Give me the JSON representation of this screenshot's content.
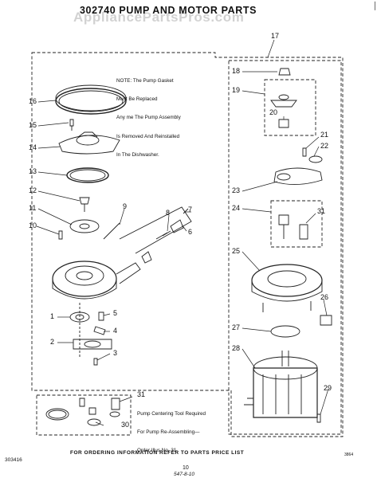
{
  "title": "302740 PUMP AND MOTOR PARTS",
  "watermark": "AppliancePartsPros.com",
  "note": [
    "NOTE: The Pump Gasket",
    "Must Be Replaced",
    "Any me The Pump Assembly",
    "Is Removed And Reinstalled",
    "In The Dishwasher."
  ],
  "tool_note": [
    "Pump Centering Tool Required",
    "For Pump Re-Assembling—",
    "Order Illus No. 31"
  ],
  "callouts": {
    "c16": "16",
    "c15": "15",
    "c14": "14",
    "c13": "13",
    "c12": "12",
    "c11": "11",
    "c10": "10",
    "c1": "1",
    "c2": "2",
    "c3": "3",
    "c4": "4",
    "c5": "5",
    "c6": "6",
    "c7": "7",
    "c8": "8",
    "c9": "9",
    "c17": "17",
    "c18": "18",
    "c19": "19",
    "c20": "20",
    "c21": "21",
    "c22": "22",
    "c23": "23",
    "c24": "24",
    "c31a": "31",
    "c25": "25",
    "c26": "26",
    "c27": "27",
    "c28": "28",
    "c29": "29",
    "c31b": "31",
    "c30": "30"
  },
  "footer": "FOR ORDERING INFORMATION REFER TO PARTS PRICE LIST",
  "doc_number": "303416",
  "page_number": "10",
  "handwritten": "547-8-10",
  "figure_ref": "3864",
  "corner_mark": "│"
}
